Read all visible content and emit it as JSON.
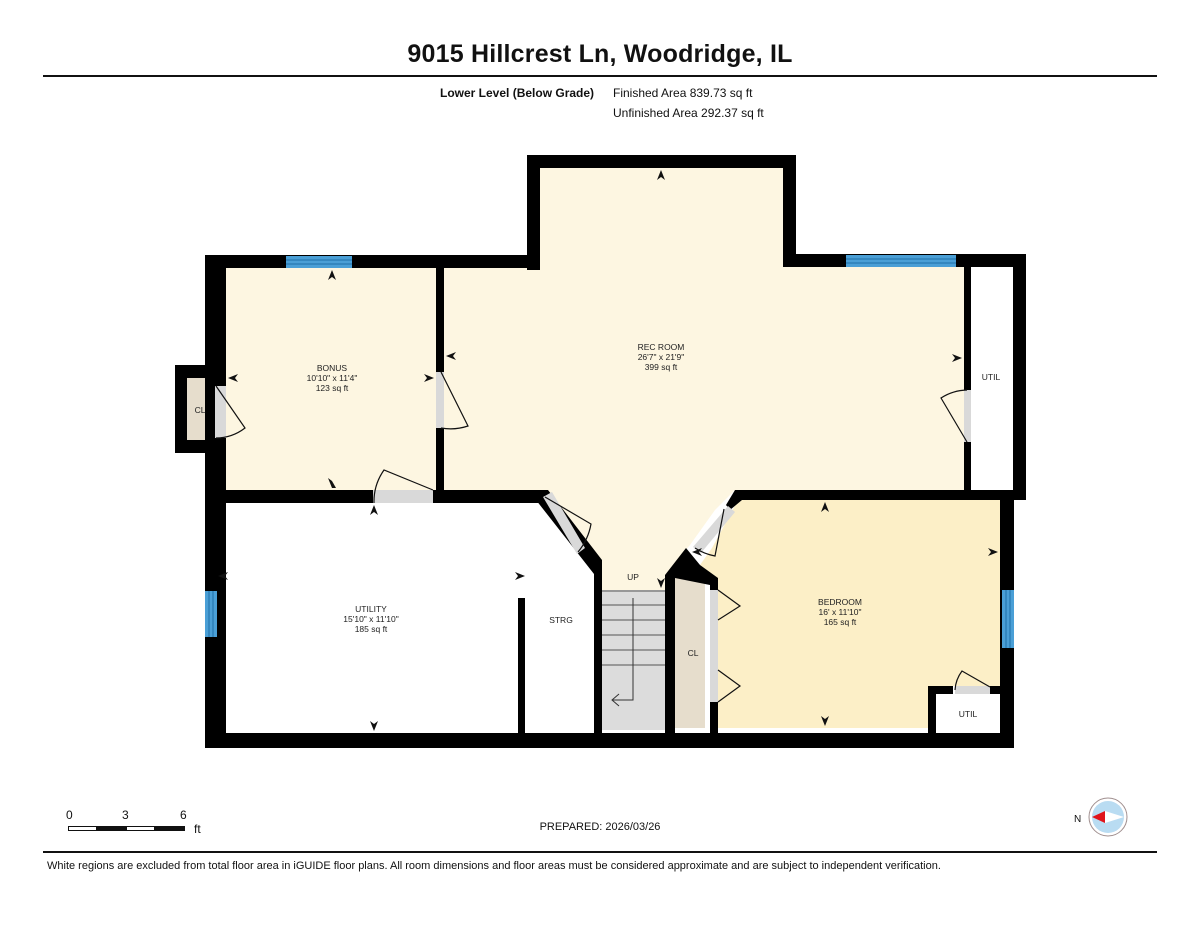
{
  "header": {
    "title": "9015 Hillcrest Ln, Woodridge, IL",
    "level": "Lower Level (Below Grade)",
    "finished_area": "Finished Area 839.73 sq ft",
    "unfinished_area": "Unfinished Area 292.37 sq ft"
  },
  "rooms": {
    "rec_room": {
      "name": "REC ROOM",
      "dims": "26'7\" x 21'9\"",
      "area": "399 sq ft"
    },
    "bonus": {
      "name": "BONUS",
      "dims": "10'10\" x 11'4\"",
      "area": "123 sq ft"
    },
    "utility": {
      "name": "UTILITY",
      "dims": "15'10\" x 11'10\"",
      "area": "185 sq ft"
    },
    "bedroom": {
      "name": "BEDROOM",
      "dims": "16' x 11'10\"",
      "area": "165 sq ft"
    },
    "bonus_closet": {
      "name": "CL"
    },
    "bedroom_closet": {
      "name": "CL"
    },
    "util_right": {
      "name": "UTIL"
    },
    "util_bedroom": {
      "name": "UTIL"
    },
    "storage": {
      "name": "STRG"
    },
    "stairs": {
      "label": "UP"
    }
  },
  "colors": {
    "wall": "#000000",
    "finished_floor": "#fdf6e1",
    "bedroom_floor": "#fcefc7",
    "closet_floor": "#e6ddcc",
    "door_gray": "#d9d9d9",
    "window_blue": "#4a9fd6",
    "compass_red": "#e0141b",
    "compass_blue": "#b9dcf2"
  },
  "scale": {
    "ticks": [
      "0",
      "3",
      "6"
    ],
    "unit": "ft"
  },
  "compass": {
    "label": "N",
    "icon": "north-arrow-compass"
  },
  "footer": {
    "prepared": "PREPARED: 2026/03/26",
    "disclaimer": "White regions are excluded from total floor area in iGUIDE floor plans. All room dimensions and floor areas must be considered approximate and are subject to independent verification."
  }
}
